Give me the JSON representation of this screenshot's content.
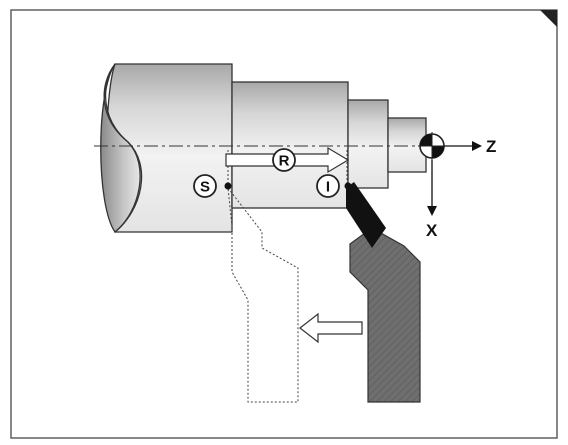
{
  "labels": {
    "start_point": "S",
    "incremental_point": "I",
    "relative_distance": "R",
    "z_axis": "Z",
    "x_axis": "X"
  },
  "colors": {
    "border": "#555555",
    "workpiece_dark": "#8e8e8e",
    "workpiece_light": "#ececec",
    "tool_fill": "#6a6a6a",
    "tool_tip": "#111111",
    "outline": "#333333"
  },
  "icons": [
    "datum-symbol-icon",
    "movement-arrow-icon",
    "axis-arrow-icon"
  ]
}
